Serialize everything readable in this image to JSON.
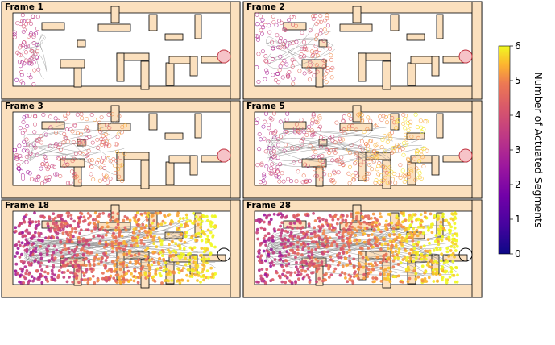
{
  "panels": [
    {
      "label": "Frame 1",
      "density": 0.04,
      "progress": 0.12
    },
    {
      "label": "Frame 2",
      "density": 0.12,
      "progress": 0.38
    },
    {
      "label": "Frame 3",
      "density": 0.2,
      "progress": 0.55
    },
    {
      "label": "Frame 5",
      "density": 0.35,
      "progress": 0.85
    },
    {
      "label": "Frame 18",
      "density": 1.0,
      "progress": 1.0
    },
    {
      "label": "Frame 28",
      "density": 1.0,
      "progress": 1.0
    }
  ],
  "colorbar": {
    "label": "Number of Actuated Segments",
    "ticks": [
      "0",
      "1",
      "2",
      "3",
      "4",
      "5",
      "6"
    ],
    "min": 0,
    "max": 6
  },
  "colors": {
    "maze_fill": "#fbe0be",
    "maze_stroke": "#000000",
    "goal_fill": "#f6c3c8",
    "goal_stroke": "#c0303e",
    "trajectory": "#8a8a8a"
  }
}
